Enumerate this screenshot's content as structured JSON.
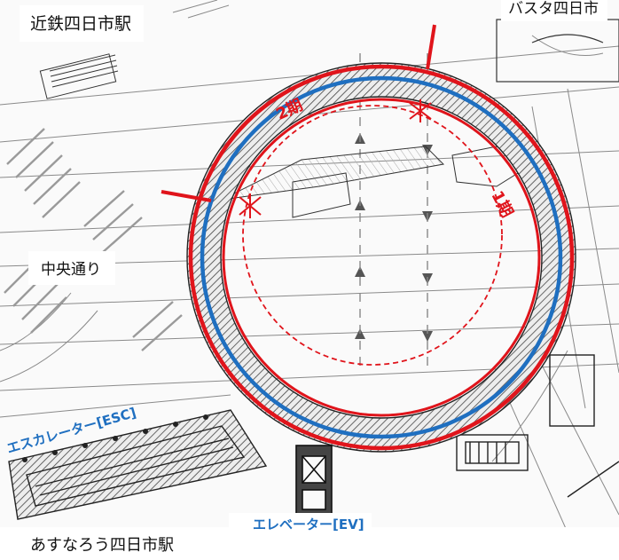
{
  "labels": {
    "station_top": "近鉄四日市駅",
    "bus_terminal": "バスタ四日市",
    "road": "中央通り",
    "station_bottom": "あすなろう四日市駅",
    "escalator": "エスカレーター[ESC]",
    "elevator": "エレベーター[EV]",
    "phase1": "1期",
    "phase2": "2期"
  },
  "colors": {
    "phase_line": "#e0141b",
    "blue_ring": "#1f6fc0",
    "ink": "#2b2b2b",
    "background": "#fafafa"
  }
}
